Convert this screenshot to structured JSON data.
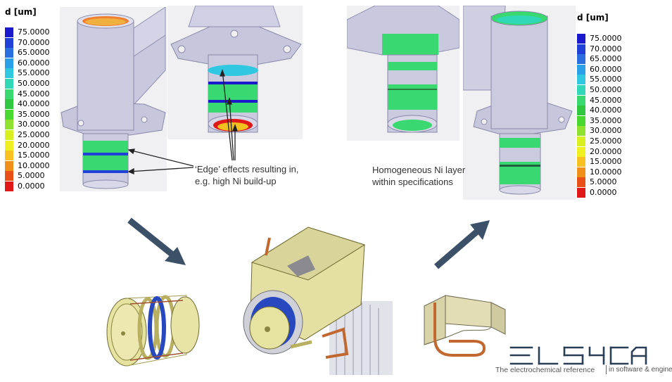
{
  "legend": {
    "title": "d  [um]",
    "values": [
      "75.0000",
      "70.0000",
      "65.0000",
      "60.0000",
      "55.0000",
      "50.0000",
      "45.0000",
      "40.0000",
      "35.0000",
      "30.0000",
      "25.0000",
      "20.0000",
      "15.0000",
      "10.0000",
      "5.0000",
      "0.0000"
    ],
    "colors": [
      "#1a1acc",
      "#2040d8",
      "#2a6ee0",
      "#2aa0e8",
      "#30c8e0",
      "#30d8b8",
      "#3ad870",
      "#30c840",
      "#48d830",
      "#90e030",
      "#d8f020",
      "#f0f020",
      "#f8c020",
      "#f09018",
      "#e85018",
      "#e01818"
    ]
  },
  "annotations": {
    "edge_line1": "‘Edge’ effects resulting in,",
    "edge_line2": "e.g. high Ni build-up",
    "homog_line1": "Homogeneous Ni layer",
    "homog_line2": "within specifications"
  },
  "logo": {
    "tagline_left": "The electrochemical reference",
    "tagline_right": "in software & engineering"
  },
  "colors": {
    "arrow": "#3c5068",
    "part_gray": "#c9c9e0",
    "ni_green": "#3ad870",
    "fixture_yellow": "#e8e4a0"
  }
}
